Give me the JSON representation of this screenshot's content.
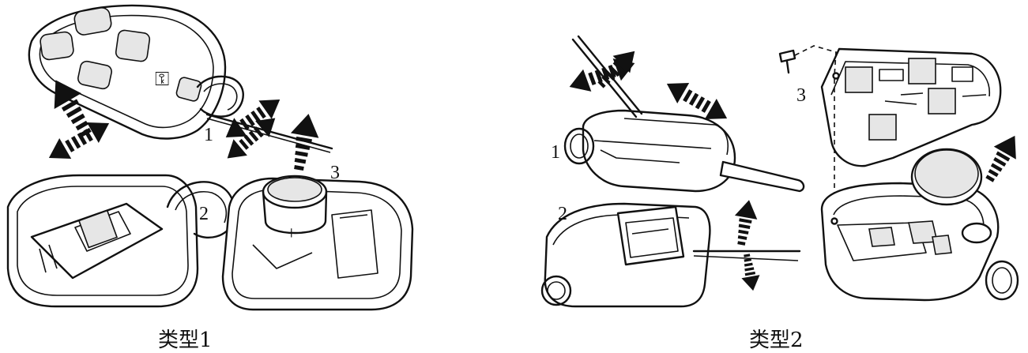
{
  "captions": {
    "type1": "类型1",
    "type2": "类型2"
  },
  "step_labels": {
    "type1": [
      "1",
      "2",
      "3"
    ],
    "type2": [
      "1",
      "2",
      "3"
    ]
  },
  "remote_button_symbol": "⚿"
}
